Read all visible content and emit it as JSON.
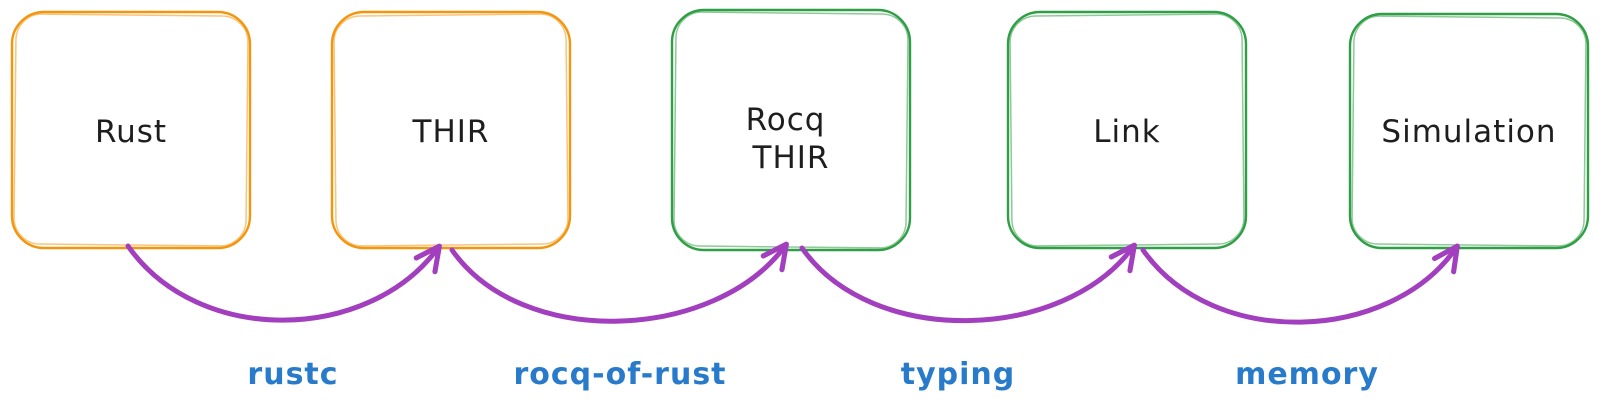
{
  "diagram": {
    "background": "#ffffff",
    "colors": {
      "orange": "#f3960e",
      "green": "#2f9e44",
      "purple": "#a23fbe",
      "blue": "#287aca",
      "node_text": "#1e1e1e"
    },
    "nodes": [
      {
        "label": "Rust",
        "color": "#f3960e"
      },
      {
        "label": "THIR",
        "color": "#f3960e"
      },
      {
        "label_lines": [
          "Rocq",
          "THIR"
        ],
        "color": "#2f9e44"
      },
      {
        "label": "Link",
        "color": "#2f9e44"
      },
      {
        "label": "Simulation",
        "color": "#2f9e44"
      }
    ],
    "edges": [
      {
        "label": "rustc",
        "from": "Rust",
        "to": "THIR"
      },
      {
        "label": "rocq-of-rust",
        "from": "THIR",
        "to": "Rocq THIR"
      },
      {
        "label": "typing",
        "from": "Rocq THIR",
        "to": "Link"
      },
      {
        "label": "memory",
        "from": "Link",
        "to": "Simulation"
      }
    ]
  }
}
